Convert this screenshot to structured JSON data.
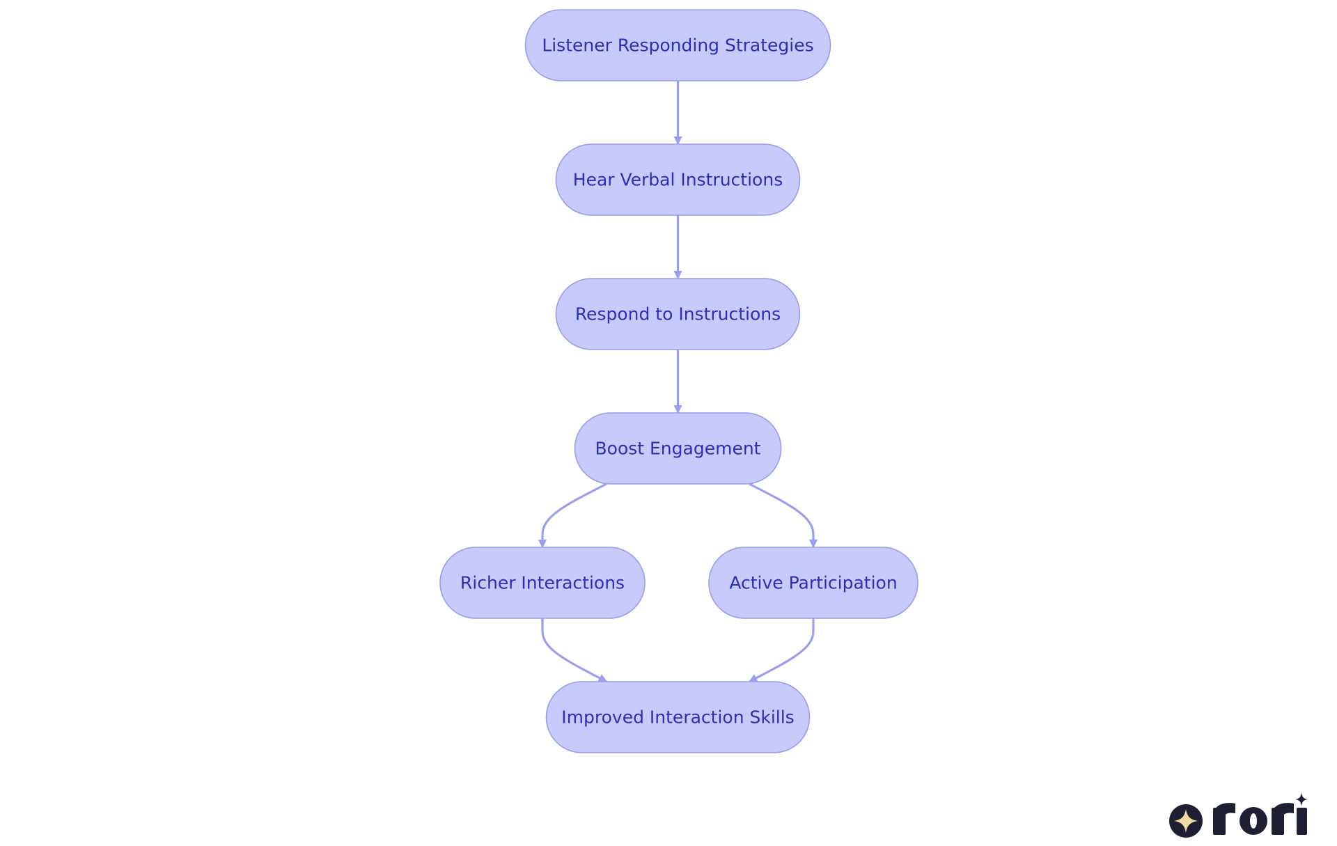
{
  "diagram": {
    "nodes": [
      {
        "id": "listener",
        "label": "Listener Responding Strategies"
      },
      {
        "id": "hear",
        "label": "Hear Verbal Instructions"
      },
      {
        "id": "respond",
        "label": "Respond to Instructions"
      },
      {
        "id": "boost",
        "label": "Boost Engagement"
      },
      {
        "id": "richer",
        "label": "Richer Interactions"
      },
      {
        "id": "active",
        "label": "Active Participation"
      },
      {
        "id": "improved",
        "label": "Improved Interaction Skills"
      }
    ],
    "edges": [
      {
        "from": "listener",
        "to": "hear"
      },
      {
        "from": "hear",
        "to": "respond"
      },
      {
        "from": "respond",
        "to": "boost"
      },
      {
        "from": "boost",
        "to": "richer"
      },
      {
        "from": "boost",
        "to": "active"
      },
      {
        "from": "richer",
        "to": "improved"
      },
      {
        "from": "active",
        "to": "improved"
      }
    ],
    "colors": {
      "node_fill": "#c8cafb",
      "node_stroke": "#9a9cec",
      "node_text": "#2a2fb8",
      "edge": "#9a9df0"
    }
  },
  "logo": {
    "text": "rori",
    "icon": "sparkle-star-icon"
  }
}
